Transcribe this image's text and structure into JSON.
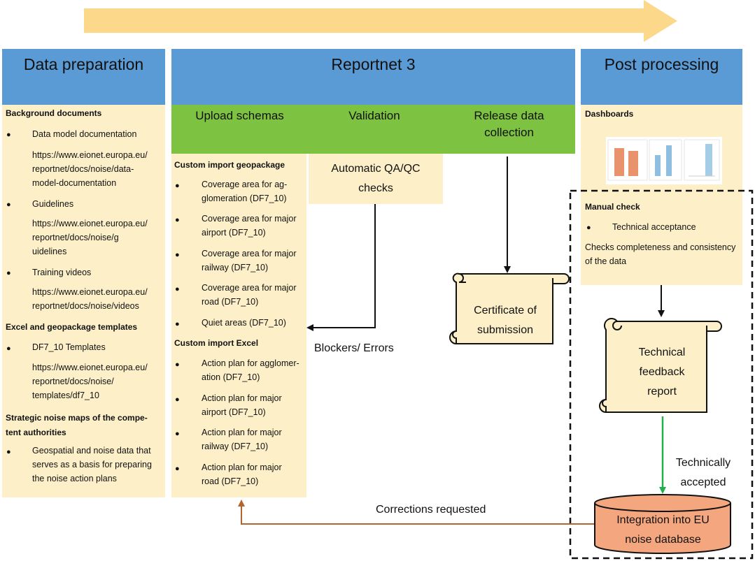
{
  "columns": {
    "data_preparation": "Data preparation",
    "reportnet": "Reportnet 3",
    "post_processing": "Post processing"
  },
  "reportnet_tabs": {
    "upload": "Upload schemas",
    "validation": "Validation",
    "release_line1": "Release data",
    "release_line2": "collection"
  },
  "prep": {
    "background_title": "Background documents",
    "data_model": "Data model documentation",
    "data_model_url": [
      "https://www.eionet.europa.eu/",
      "reportnet/docs/noise/data-",
      "model-documentation"
    ],
    "guidelines": "Guidelines",
    "guidelines_url": [
      "https://www.eionet.europa.eu/",
      "reportnet/docs/noise/g",
      "uidelines"
    ],
    "training": "Training videos",
    "training_url": [
      "https://www.eionet.europa.eu/",
      "reportnet/docs/noise/videos"
    ],
    "templates_title": "Excel and geopackage templates",
    "df7": "DF7_10 Templates",
    "df7_url": [
      "https://www.eionet.europa.eu/",
      "reportnet/docs/noise/",
      "templates/df7_10"
    ],
    "strategic_title": [
      "Strategic noise maps of the compe-",
      "tent authorities"
    ],
    "geospatial": [
      "Geospatial and noise data that",
      "serves as a basis for preparing",
      "the noise action plans"
    ]
  },
  "upload": {
    "geo_title": "Custom import geopackage",
    "geo_items": [
      [
        "Coverage area for ag-",
        "glomeration (DF7_10)"
      ],
      [
        "Coverage area for major",
        "airport (DF7_10)"
      ],
      [
        "Coverage area for major",
        "railway (DF7_10)"
      ],
      [
        "Coverage area for major",
        "road (DF7_10)"
      ],
      [
        "Quiet areas (DF7_10)"
      ]
    ],
    "excel_title": "Custom import Excel",
    "excel_items": [
      [
        "Action plan for agglomer-",
        "ation (DF7_10)"
      ],
      [
        "Action plan for major",
        "airport (DF7_10)"
      ],
      [
        "Action plan for major",
        "railway (DF7_10)"
      ],
      [
        "Action plan for major",
        "road (DF7_10)"
      ]
    ]
  },
  "validation_box": [
    "Automatic QA/QC",
    "checks"
  ],
  "blockers": "Blockers/ Errors",
  "certificate": [
    "Certificate of",
    "submission"
  ],
  "post": {
    "dashboards": "Dashboards",
    "manual_check": "Manual check",
    "technical_acceptance": "Technical acceptance",
    "checks": [
      "Checks completeness and consistency",
      "of the data"
    ]
  },
  "feedback": [
    "Technical",
    "feedback",
    "report"
  ],
  "technically_accepted": [
    "Technically",
    "accepted"
  ],
  "integration": [
    "Integration into EU",
    "noise database"
  ],
  "corrections": "Corrections requested",
  "colors": {
    "header_blue": "#5b9bd5",
    "cream": "#fdf0c9",
    "green": "#7dc241",
    "top_arrow": "#fbd88a",
    "cylinder": "#f4a77e",
    "green_arrow": "#22b04c",
    "brown_arrow": "#b3652f"
  }
}
